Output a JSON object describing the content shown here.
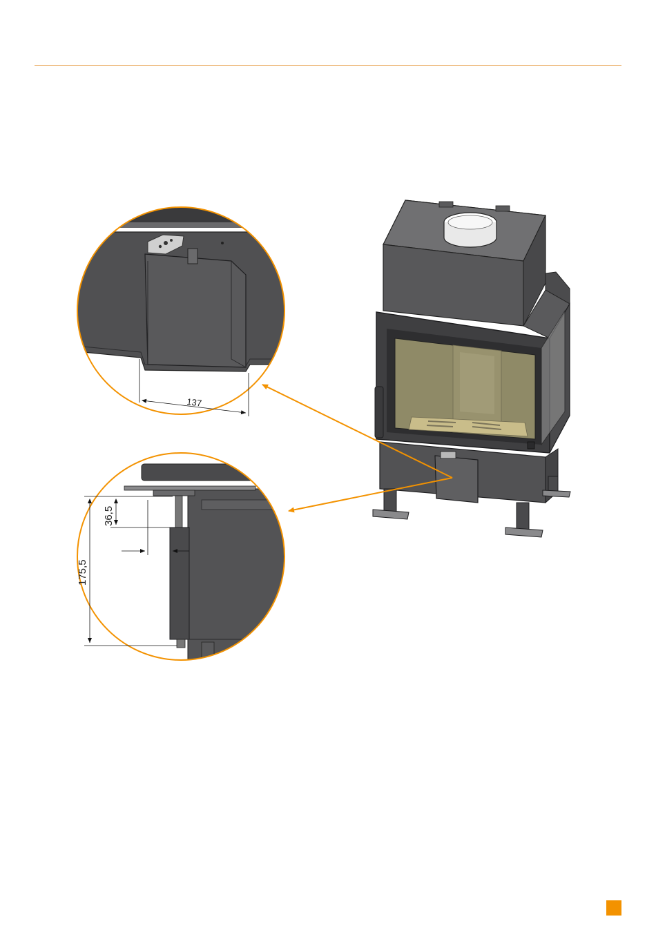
{
  "colors": {
    "accent": "#f39200",
    "rule": "#e8a04c",
    "steel_dark": "#4d4d4f",
    "steel_mid": "#5c5c5e",
    "glass_tint": "#8f8a67"
  },
  "dimensions": {
    "width_cover": "137",
    "height_total": "175,5",
    "height_top": "36,5"
  },
  "icons": {
    "detail_top": "magnified-detail-cover-top",
    "detail_side": "magnified-detail-cover-side",
    "stove": "fireplace-insert-icon"
  }
}
